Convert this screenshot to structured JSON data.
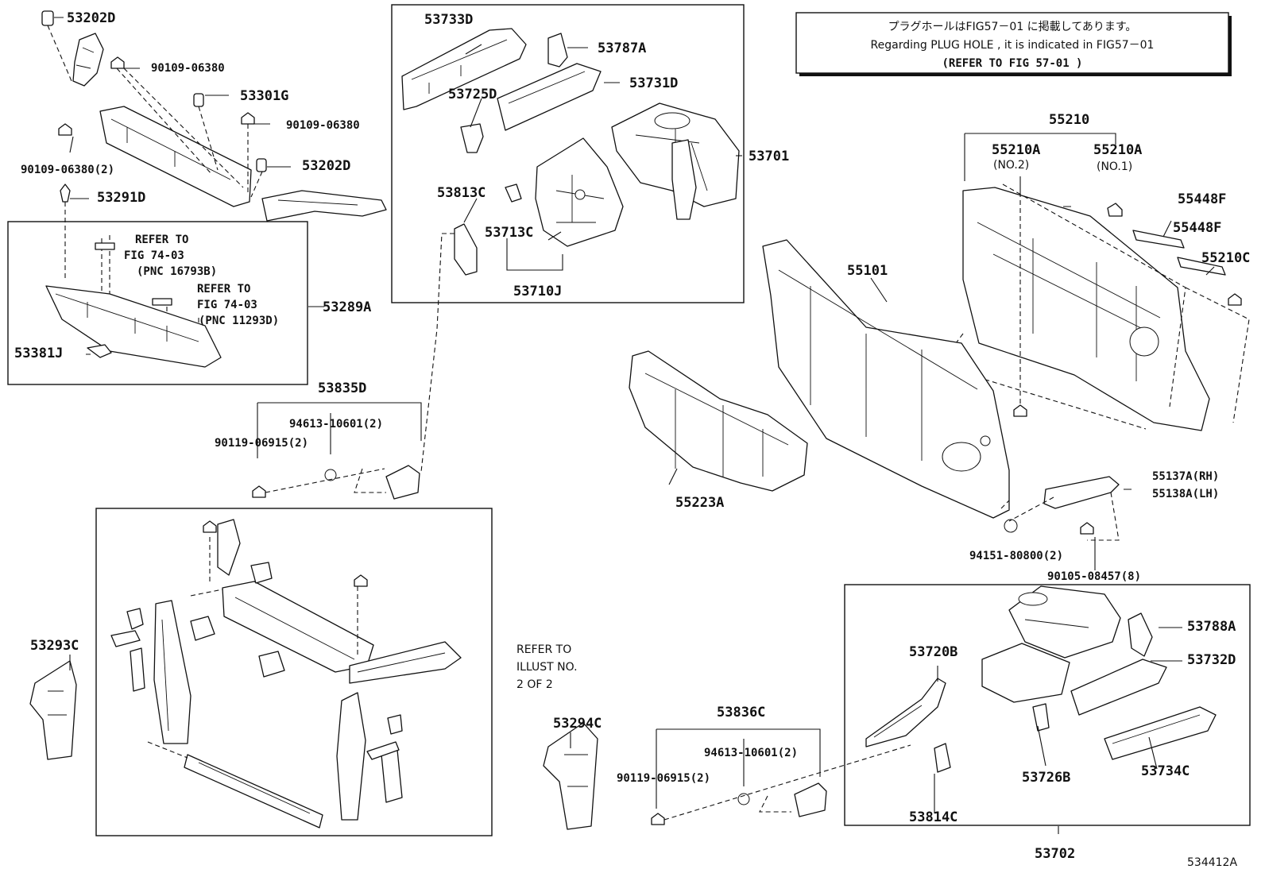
{
  "diagram": {
    "notice": {
      "line1": "プラグホールはFIG57－01 に掲載してあります。",
      "line2": "Regarding PLUG HOLE , it is indicated in FIG57－01",
      "line3": "(REFER TO FIG 57-01 )"
    },
    "drawing_number": "534412A",
    "refer_notes": {
      "fig_16793": [
        "REFER TO",
        "FIG 74-03",
        "(PNC 16793B)"
      ],
      "fig_11293": [
        "REFER TO",
        "FIG 74-03",
        "(PNC 11293D)"
      ],
      "illust2": [
        "REFER TO",
        "ILLUST NO.",
        "2 OF 2"
      ]
    },
    "parts": {
      "p53202D_a": "53202D",
      "p90109_a": "90109-06380",
      "p53301G": "53301G",
      "p90109_b": "90109-06380",
      "p90109_c": "90109-06380(2)",
      "p53202D_b": "53202D",
      "p53291D": "53291D",
      "p53289A": "53289A",
      "p53381J": "53381J",
      "p53733D": "53733D",
      "p53787A": "53787A",
      "p53731D": "53731D",
      "p53725D": "53725D",
      "p53701": "53701",
      "p53813C": "53813C",
      "p53713C": "53713C",
      "p53710J": "53710J",
      "p53835D": "53835D",
      "p94613_a": "94613-10601(2)",
      "p90119_a": "90119-06915(2)",
      "p55210": "55210",
      "p55210A_2": "55210A",
      "p55210A_2_sub": "(NO.2)",
      "p55210A_1": "55210A",
      "p55210A_1_sub": "(NO.1)",
      "p55448F_a": "55448F",
      "p55448F_b": "55448F",
      "p55210C": "55210C",
      "p55101": "55101",
      "p55223A": "55223A",
      "p55137A": "55137A(RH)",
      "p55138A": "55138A(LH)",
      "p94151": "94151-80800(2)",
      "p90105": "90105-08457(8)",
      "p53293C": "53293C",
      "p53294C": "53294C",
      "p53836C": "53836C",
      "p94613_b": "94613-10601(2)",
      "p90119_b": "90119-06915(2)",
      "p53788A": "53788A",
      "p53720B": "53720B",
      "p53732D": "53732D",
      "p53726B": "53726B",
      "p53734C": "53734C",
      "p53814C": "53814C",
      "p53702": "53702"
    }
  }
}
